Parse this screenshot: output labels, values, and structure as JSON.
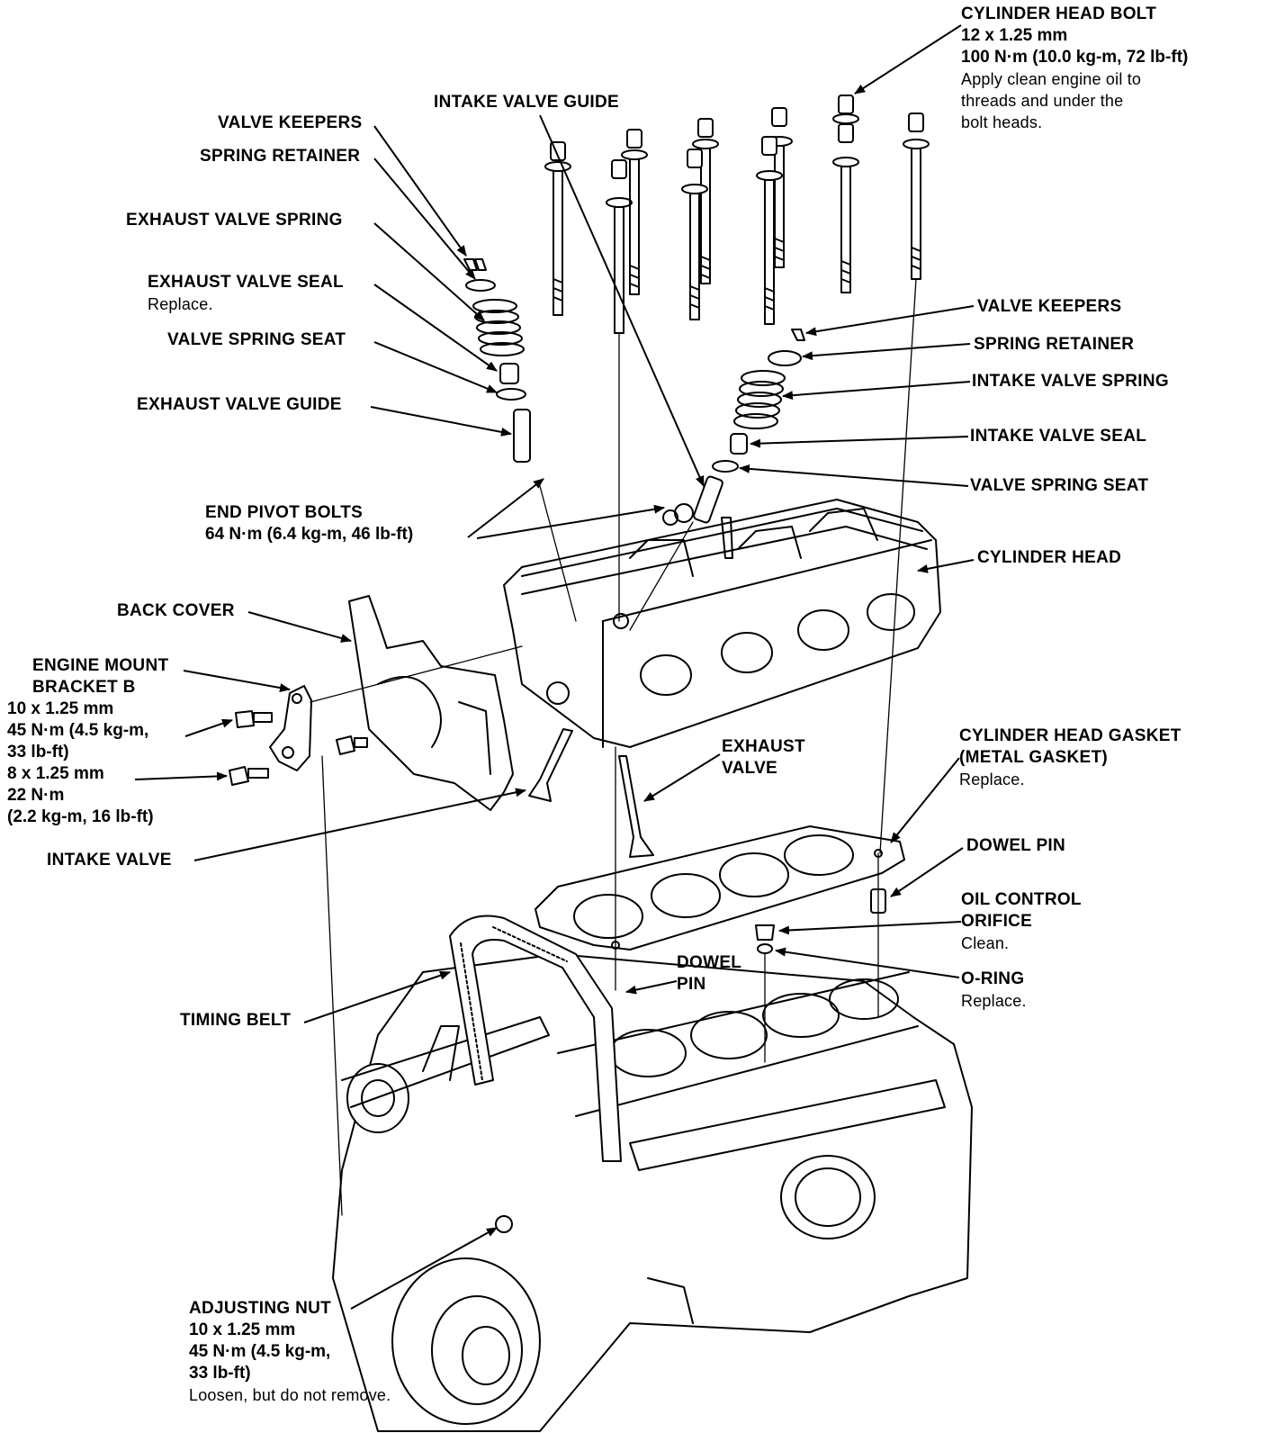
{
  "labels": {
    "cylinder_head_bolt": {
      "title": "CYLINDER HEAD BOLT",
      "line1": "12 x 1.25 mm",
      "line2": "100 N·m (10.0 kg-m, 72 lb-ft)",
      "note1": "Apply clean engine oil to",
      "note2": "threads and under the",
      "note3": "bolt heads."
    },
    "intake_valve_guide": {
      "title": "INTAKE VALVE GUIDE"
    },
    "valve_keepers_left": {
      "title": "VALVE KEEPERS"
    },
    "spring_retainer_left": {
      "title": "SPRING RETAINER"
    },
    "exhaust_valve_spring": {
      "title": "EXHAUST VALVE SPRING"
    },
    "exhaust_valve_seal": {
      "title": "EXHAUST VALVE SEAL",
      "note": "Replace."
    },
    "valve_spring_seat_left": {
      "title": "VALVE SPRING SEAT"
    },
    "exhaust_valve_guide": {
      "title": "EXHAUST VALVE GUIDE"
    },
    "valve_keepers_right": {
      "title": "VALVE KEEPERS"
    },
    "spring_retainer_right": {
      "title": "SPRING RETAINER"
    },
    "intake_valve_spring": {
      "title": "INTAKE VALVE SPRING"
    },
    "intake_valve_seal": {
      "title": "INTAKE VALVE SEAL"
    },
    "valve_spring_seat_right": {
      "title": "VALVE SPRING SEAT"
    },
    "end_pivot_bolts": {
      "title": "END PIVOT BOLTS",
      "line1": "64 N·m (6.4 kg-m, 46 lb-ft)"
    },
    "cylinder_head": {
      "title": "CYLINDER HEAD"
    },
    "back_cover": {
      "title": "BACK COVER"
    },
    "engine_mount_bracket": {
      "title1": "ENGINE MOUNT",
      "title2": "BRACKET B",
      "line1": "10 x 1.25 mm",
      "line2": "45 N·m (4.5 kg-m,",
      "line3": "33 lb-ft)",
      "line4": "8 x 1.25 mm",
      "line5": "22 N·m",
      "line6": "(2.2 kg-m, 16 lb-ft)"
    },
    "exhaust_valve": {
      "title1": "EXHAUST",
      "title2": "VALVE"
    },
    "cylinder_head_gasket": {
      "title1": "CYLINDER HEAD GASKET",
      "title2": "(METAL GASKET)",
      "note": "Replace."
    },
    "intake_valve": {
      "title": "INTAKE VALVE"
    },
    "dowel_pin_right": {
      "title": "DOWEL PIN"
    },
    "oil_control_orifice": {
      "title1": "OIL CONTROL",
      "title2": "ORIFICE",
      "note": "Clean."
    },
    "dowel_pin_center": {
      "title1": "DOWEL",
      "title2": "PIN"
    },
    "o_ring": {
      "title": "O-RING",
      "note": "Replace."
    },
    "timing_belt": {
      "title": "TIMING BELT"
    },
    "adjusting_nut": {
      "title": "ADJUSTING NUT",
      "line1": "10 x 1.25 mm",
      "line2": "45 N·m (4.5 kg-m,",
      "line3": "33 lb-ft)",
      "note": "Loosen, but do not remove."
    }
  }
}
